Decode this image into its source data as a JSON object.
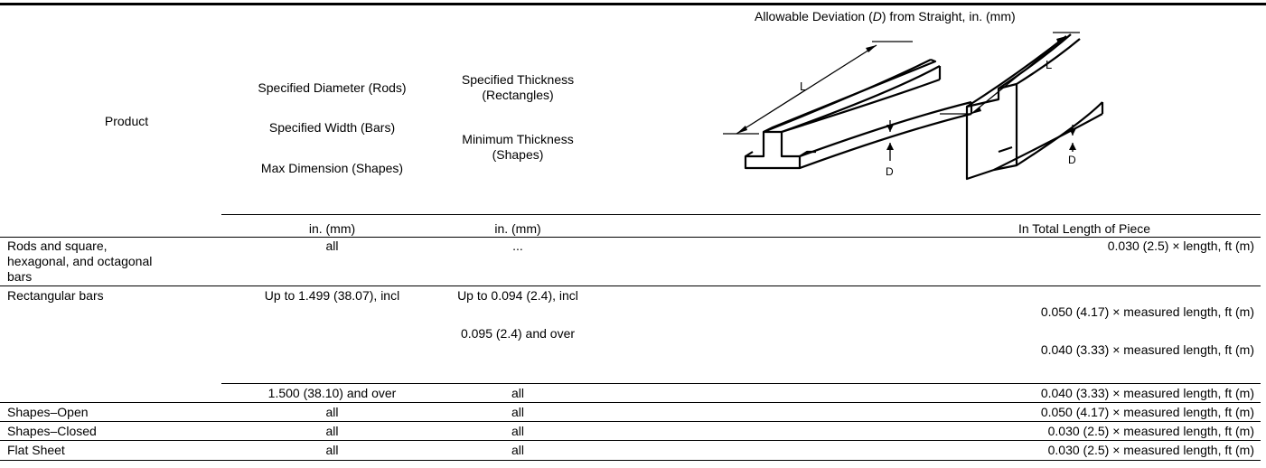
{
  "header": {
    "product": "Product",
    "dimension_lines": [
      "Specified Diameter (Rods)",
      "Specified Width (Bars)",
      "Max Dimension (Shapes)"
    ],
    "thickness_lines": [
      "Specified Thickness (Rectangles)",
      "Minimum Thickness (Shapes)"
    ],
    "deviation_title_prefix": "Allowable Deviation (",
    "deviation_title_symbol": "D",
    "deviation_title_suffix": ") from Straight, in. (mm)",
    "figure_labels": {
      "length": "L",
      "deviation": "D"
    }
  },
  "units": {
    "dimension": "in. (mm)",
    "thickness": "in. (mm)",
    "deviation": "In Total Length of Piece"
  },
  "rows": [
    {
      "product": "Rods and square, hexagonal, and octagonal bars",
      "dimension": "all",
      "thickness": "...",
      "deviation": "0.030 (2.5) × length, ft (m)"
    },
    {
      "product": "Rectangular bars",
      "dimension": "Up to 1.499 (38.07), incl",
      "thickness": "Up to 0.094 (2.4), incl",
      "deviation": "0.050 (4.17) × measured length, ft (m)"
    },
    {
      "product": "",
      "dimension": "",
      "thickness": "0.095 (2.4) and over",
      "deviation": "0.040 (3.33) × measured length, ft (m)"
    },
    {
      "product": "",
      "dimension": "1.500 (38.10) and over",
      "thickness": "all",
      "deviation": "0.040 (3.33) × measured length, ft (m)"
    },
    {
      "product": "Shapes–Open",
      "dimension": "all",
      "thickness": "all",
      "deviation": "0.050 (4.17) × measured length, ft (m)"
    },
    {
      "product": "Shapes–Closed",
      "dimension": "all",
      "thickness": "all",
      "deviation": "0.030 (2.5) × measured length, ft (m)"
    },
    {
      "product": "Flat Sheet",
      "dimension": "all",
      "thickness": "all",
      "deviation": "0.030 (2.5) × measured length, ft (m)"
    }
  ]
}
